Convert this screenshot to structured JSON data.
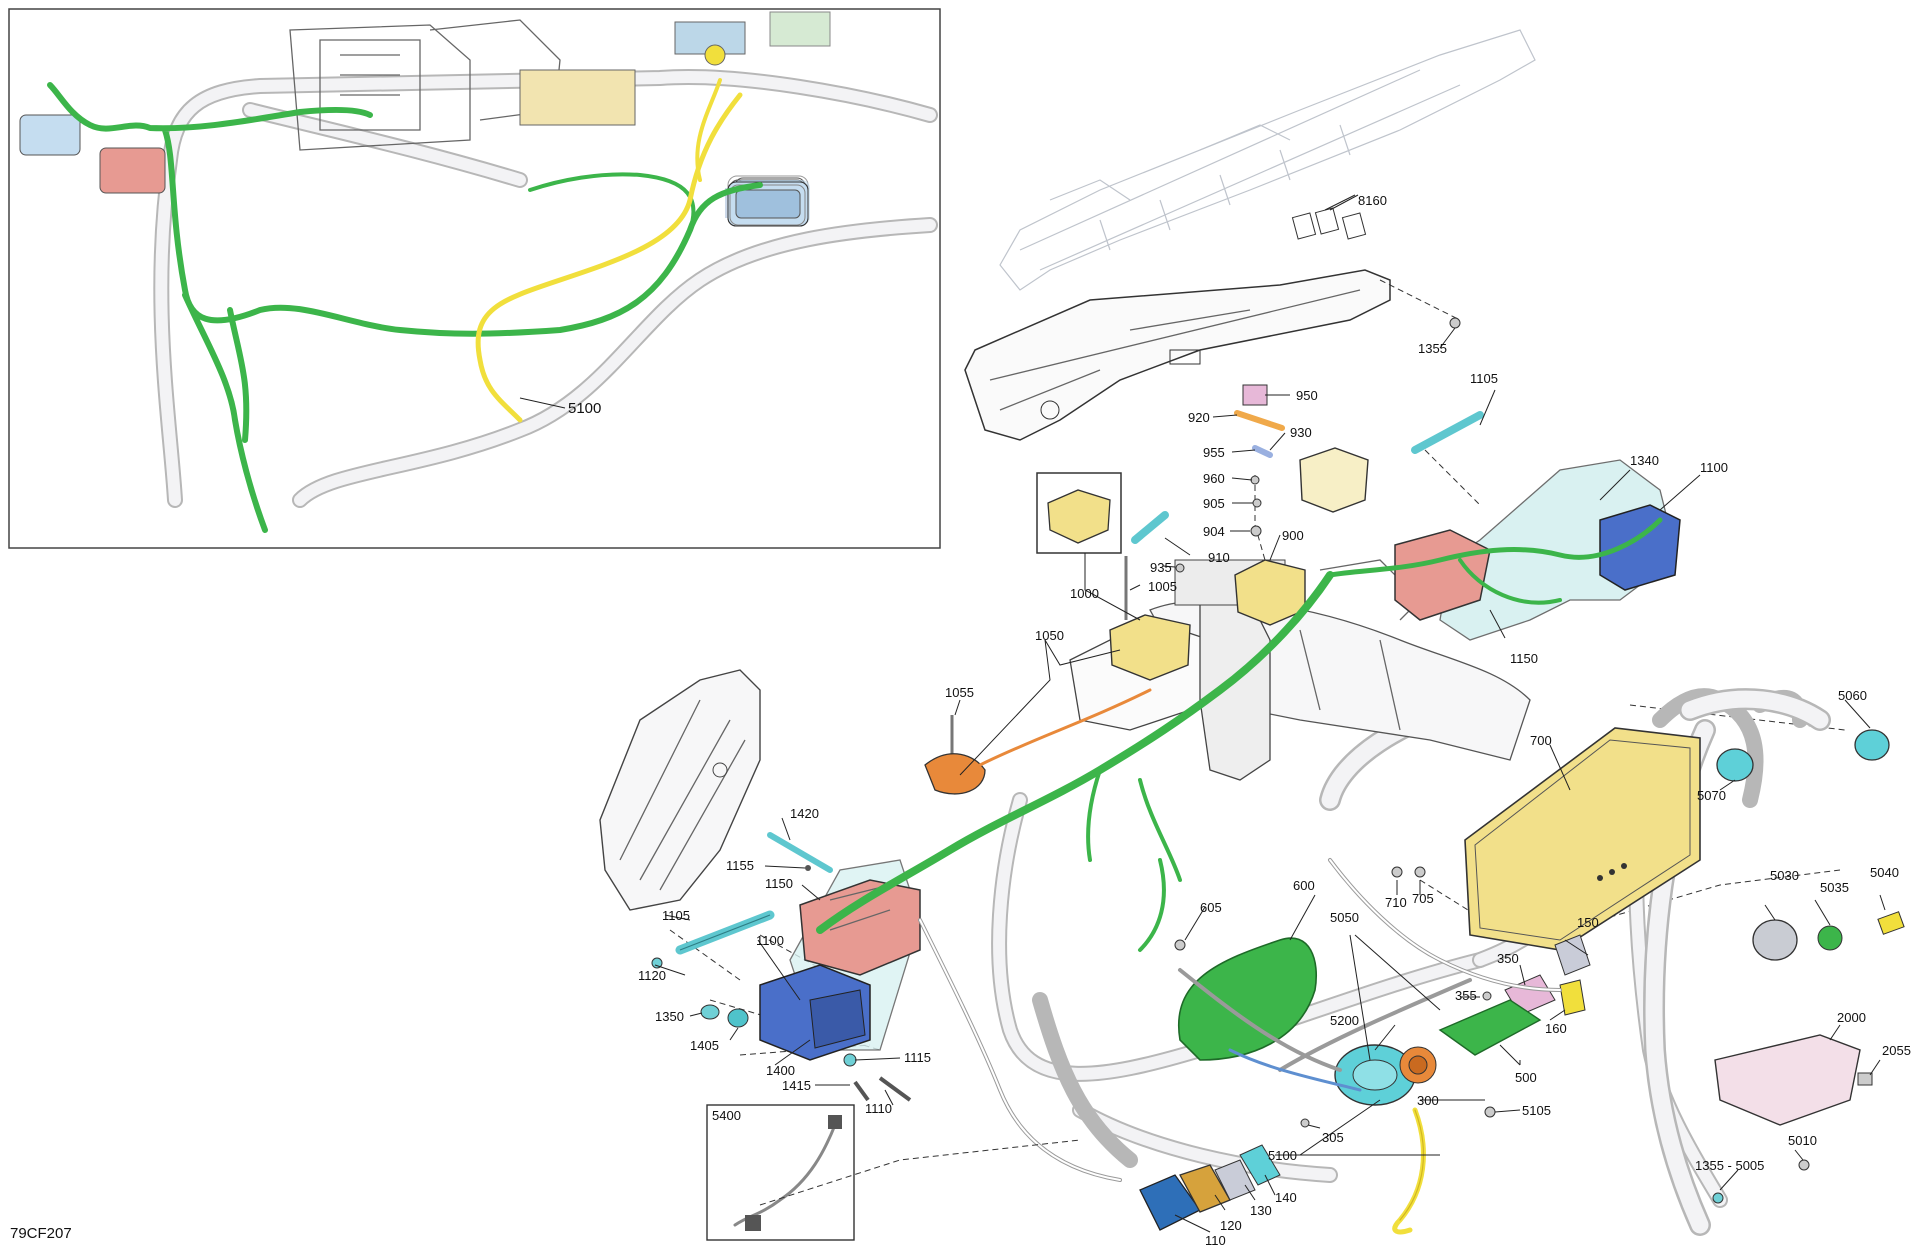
{
  "figure_code": "79CF207",
  "inset_label": "5100",
  "labels": {
    "l8160": "8160",
    "l1355": "1355",
    "l950": "950",
    "l920": "920",
    "l930": "930",
    "l955": "955",
    "l960": "960",
    "l905": "905",
    "l904": "904",
    "l910": "910",
    "l935": "935",
    "l900": "900",
    "l1005": "1005",
    "l1000": "1000",
    "l1050": "1050",
    "l1055": "1055",
    "l1105a": "1105",
    "l1340": "1340",
    "l1100a": "1100",
    "l1150a": "1150",
    "l5060": "5060",
    "l700": "700",
    "l5070": "5070",
    "l1420": "1420",
    "l1155": "1155",
    "l1150b": "1150",
    "l1105b": "1105",
    "l1100b": "1100",
    "l1120": "1120",
    "l1350": "1350",
    "l1405": "1405",
    "l1400": "1400",
    "l1415": "1415",
    "l1115": "1115",
    "l1110": "1110",
    "l600": "600",
    "l605": "605",
    "l710": "710",
    "l705": "705",
    "l5050": "5050",
    "l350": "350",
    "l355": "355",
    "l150": "150",
    "l160": "160",
    "l5200": "5200",
    "l500": "500",
    "l300": "300",
    "l5105": "5105",
    "l305": "305",
    "l5100": "5100",
    "l140": "140",
    "l130": "130",
    "l120": "120",
    "l110": "110",
    "l5030": "5030",
    "l5035": "5035",
    "l5040": "5040",
    "l2000": "2000",
    "l2055": "2055",
    "l5010": "5010",
    "l1355_5005": "1355 - 5005",
    "l5400": "5400"
  },
  "colors": {
    "harness_green": "#3cb54a",
    "harness_yellow": "#f1df3c",
    "harness_orange": "#e8893a",
    "module_yellow": "#f2e08a",
    "relay_red": "#e79a92",
    "relay_blue": "#4a6fc9",
    "cyan_part": "#5ed0d8",
    "pink_part": "#e7b8d8",
    "frame_grey": "#b9b9b9"
  }
}
